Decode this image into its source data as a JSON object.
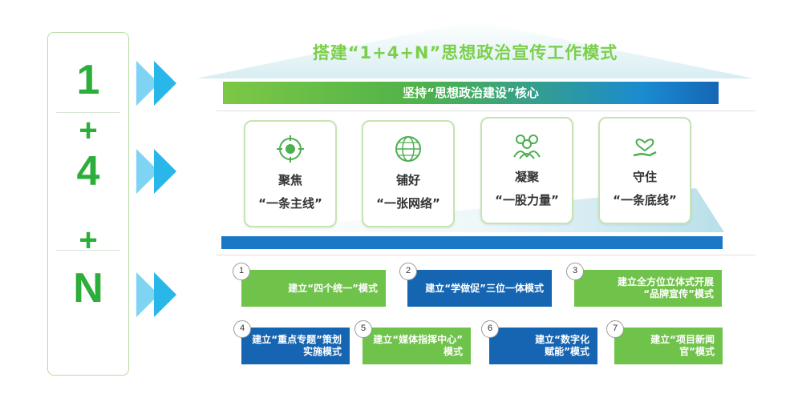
{
  "left": {
    "one": "1",
    "plus_1": "+",
    "four": "4",
    "plus_2": "+",
    "n": "N"
  },
  "header": {
    "title": "搭建“1+4+N”思想政治宣传工作模式",
    "core": "坚持“思想政治建设”核心"
  },
  "pillars": [
    {
      "line1": "聚焦",
      "line2": "“一条主线”",
      "icon": "target-icon"
    },
    {
      "line1": "铺好",
      "line2": "“一张网络”",
      "icon": "globe-network-icon"
    },
    {
      "line1": "凝聚",
      "line2": "“一股力量”",
      "icon": "people-group-icon"
    },
    {
      "line1": "守住",
      "line2": "“一条底线”",
      "icon": "hand-heart-icon"
    }
  ],
  "models": [
    {
      "num": "1",
      "text": "建立“四个统一”模式"
    },
    {
      "num": "2",
      "text": "建立“学做促”三位一体模式"
    },
    {
      "num": "3",
      "line1": "建立全方位立体式开展",
      "line2": "“品牌宣传”模式"
    },
    {
      "num": "4",
      "line1": "建立“重点专题”策划",
      "line2": "实施模式"
    },
    {
      "num": "5",
      "line1": "建立“媒体指挥中心”",
      "line2": "模式"
    },
    {
      "num": "6",
      "line1": "建立“数字化",
      "line2": "赋能”模式"
    },
    {
      "num": "7",
      "line1": "建立“项目新闻",
      "line2": "官”模式"
    }
  ],
  "colors": {
    "green": "#6fc24a",
    "blue": "#1565b2",
    "accent_green": "#2cae3a",
    "arrow_cyan": "#29b6e8"
  }
}
